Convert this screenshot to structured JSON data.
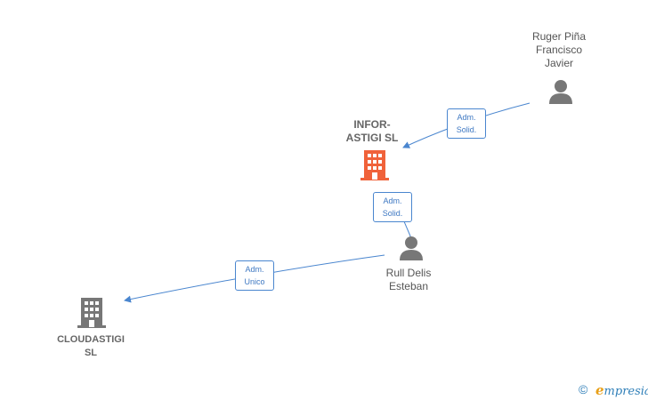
{
  "nodes": {
    "main_company": {
      "label": "INFOR-\nASTIGI  SL",
      "color": "#f0623a"
    },
    "second_company": {
      "label": "CLOUDASTIGI\nSL",
      "color": "#777777"
    },
    "person_ruger": {
      "label": "Ruger Piña\nFrancisco\nJavier",
      "color": "#777777"
    },
    "person_rull": {
      "label": "Rull Delis\nEsteban",
      "color": "#777777"
    }
  },
  "edges": [
    {
      "role": "Adm.\nSolid.",
      "color": "#4a86cf"
    },
    {
      "role": "Adm.\nSolid.",
      "color": "#4a86cf"
    },
    {
      "role": "Adm.\nUnico",
      "color": "#4a86cf"
    }
  ],
  "footer": {
    "copyright": "©",
    "brand_first": "e",
    "brand_rest": "mpresia"
  }
}
